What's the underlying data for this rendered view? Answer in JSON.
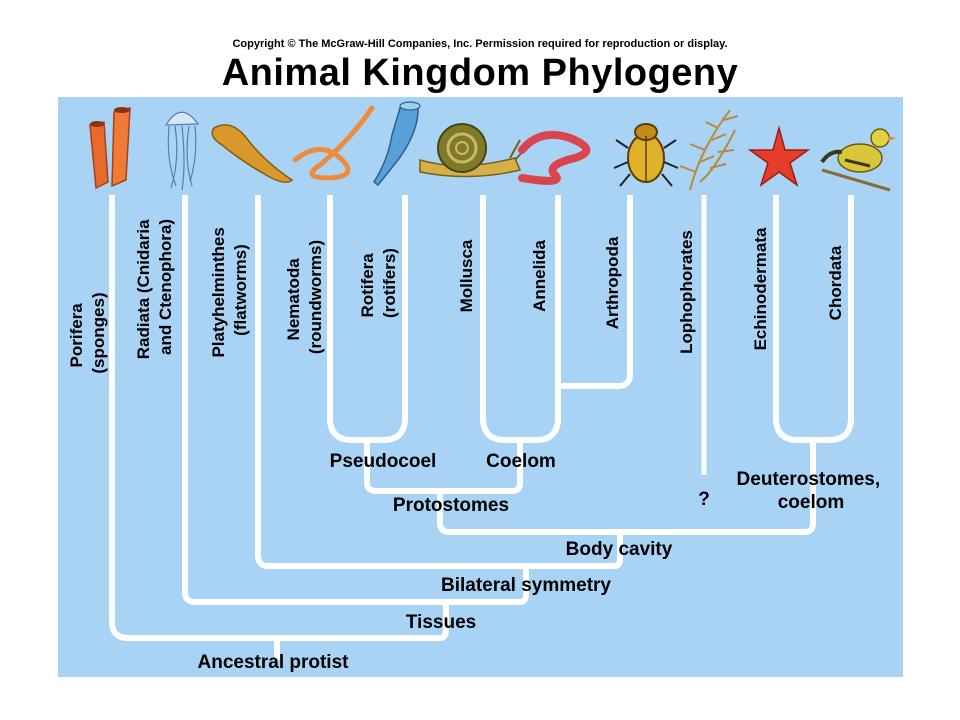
{
  "header": {
    "copyright": "Copyright © The McGraw-Hill Companies, Inc. Permission required for reproduction or display.",
    "title": "Animal Kingdom Phylogeny"
  },
  "taxa": {
    "porifera": [
      "Porifera",
      "(sponges)"
    ],
    "radiata": [
      "Radiata (Cnidaria",
      "and Ctenophora)"
    ],
    "platyhelminthes": [
      "Platyhelminthes",
      "(flatworms)"
    ],
    "nematoda": [
      "Nematoda",
      "(roundworms)"
    ],
    "rotifera": [
      "Rotifera",
      "(rotifers)"
    ],
    "mollusca": [
      "Mollusca"
    ],
    "annelida": [
      "Annelida"
    ],
    "arthropoda": [
      "Arthropoda"
    ],
    "lophophorates": [
      "Lophophorates"
    ],
    "echinodermata": [
      "Echinodermata"
    ],
    "chordata": [
      "Chordata"
    ]
  },
  "nodes": {
    "pseudocoel": "Pseudocoel",
    "coelom": "Coelom",
    "protostomes": "Protostomes",
    "question": "?",
    "deuterostomes_line1": "Deuterostomes,",
    "deuterostomes_line2": "coelom",
    "body_cavity": "Body cavity",
    "bilateral_symmetry": "Bilateral symmetry",
    "tissues": "Tissues",
    "ancestral_protist": "Ancestral protist"
  },
  "colors": {
    "panel_background": "#a9d3f5",
    "branch_line": "#ffffff"
  },
  "icons": [
    "sponge-icon",
    "jellyfish-icon",
    "flatworm-icon",
    "roundworm-icon",
    "rotifer-icon",
    "snail-icon",
    "earthworm-icon",
    "beetle-icon",
    "lophophorate-icon",
    "sea-star-icon",
    "bird-icon"
  ]
}
